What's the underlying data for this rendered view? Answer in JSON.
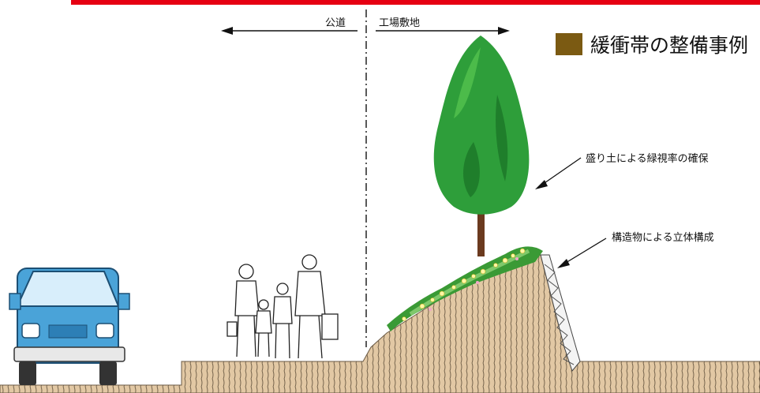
{
  "header": {
    "title": "緩衝帯の整備事例",
    "accent_color": "#e60012",
    "swatch_color": "#7b5a12"
  },
  "labels": {
    "public_road": "公道",
    "factory_site": "工場敷地",
    "annotation_mound": "盛り土による緑視率の確保",
    "annotation_structure": "構造物による立体構成"
  },
  "colors": {
    "soil": "#e2c8a4",
    "soil_stroke": "#6b5a44",
    "car_body": "#4aa3d8",
    "tree_green": "#2e9e3a",
    "trunk": "#6b3a1f"
  }
}
